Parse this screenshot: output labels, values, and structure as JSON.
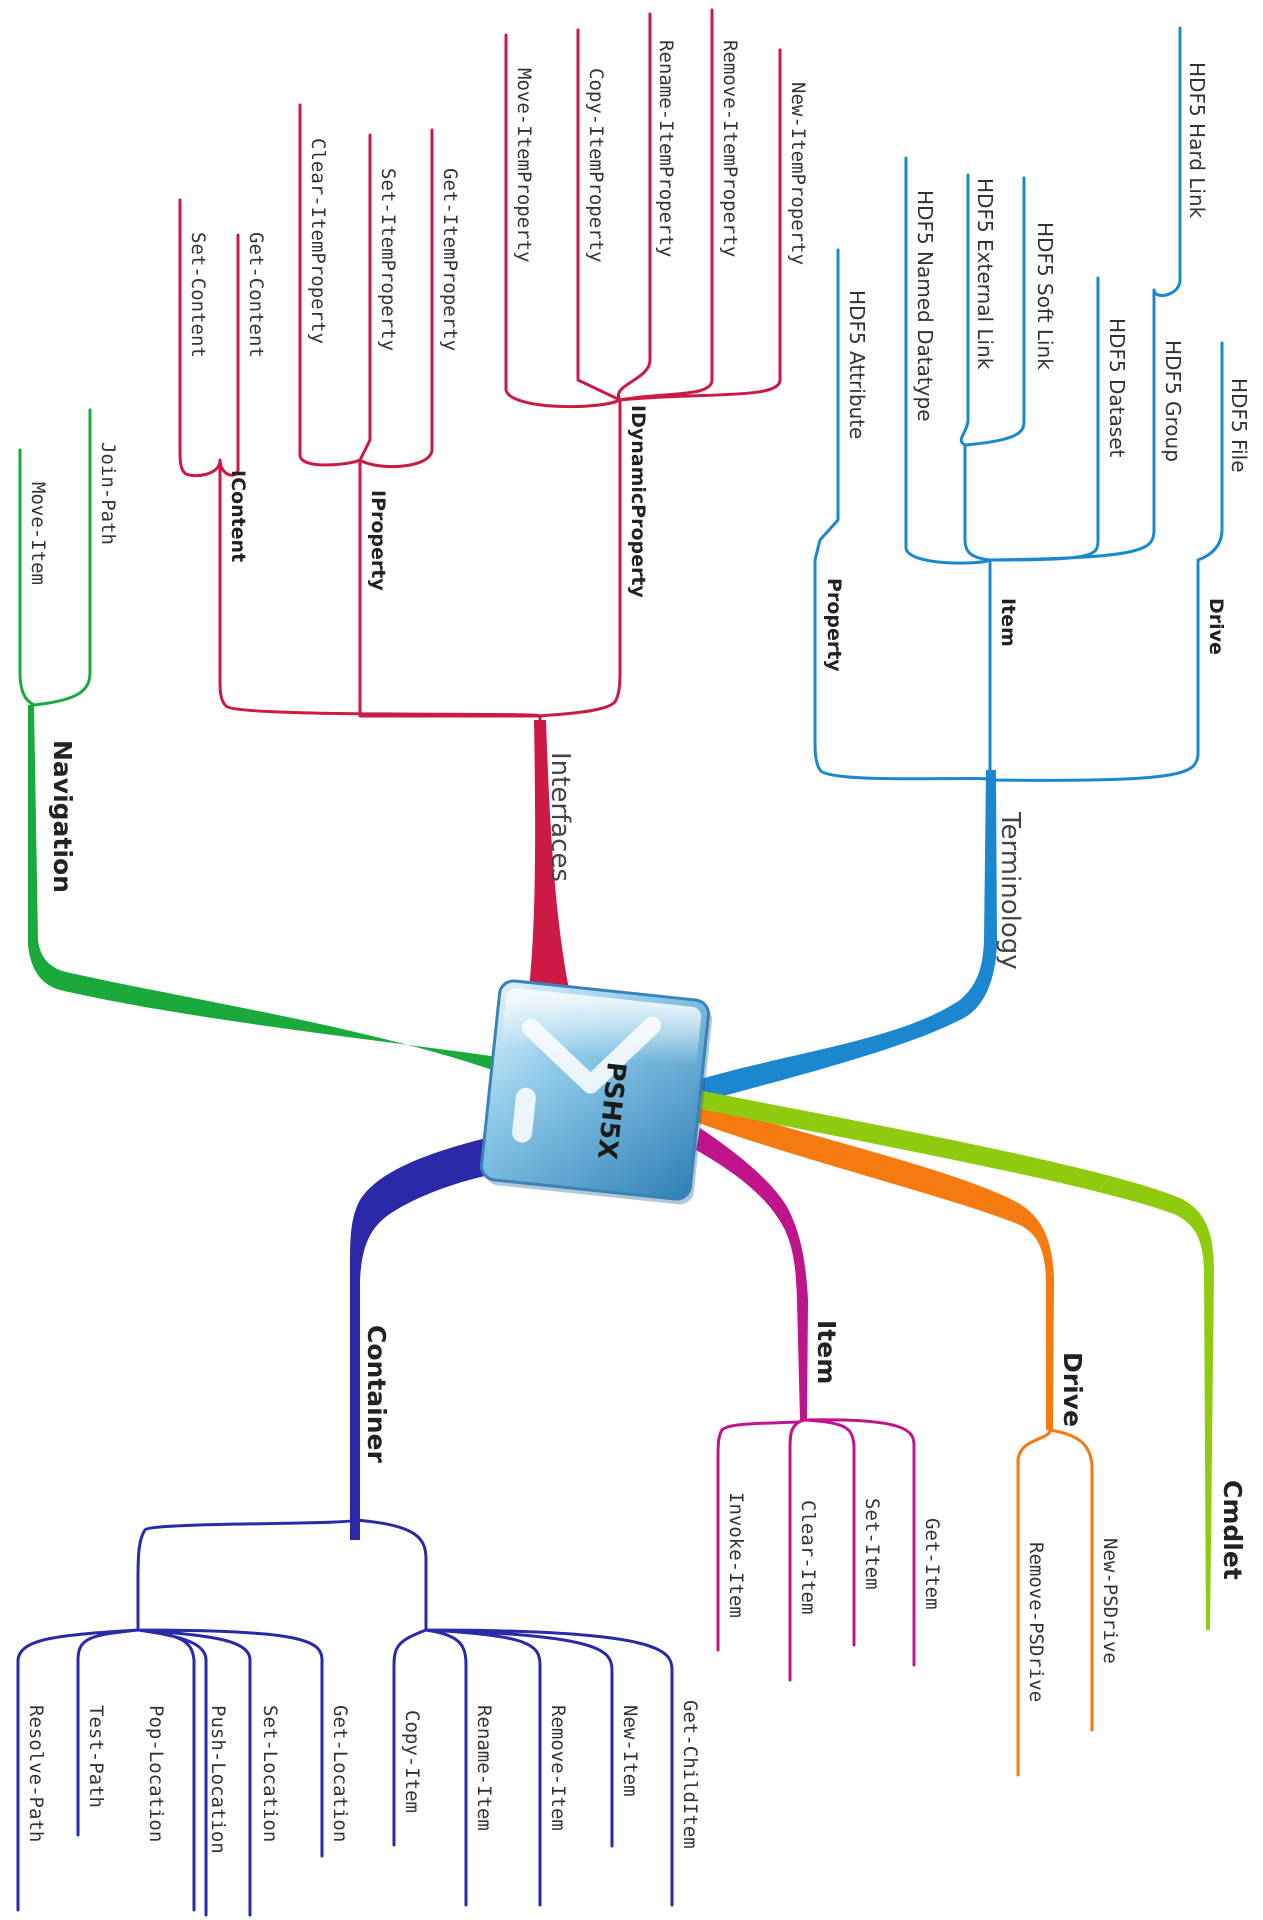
{
  "central_topic": "PSH5X",
  "colors": {
    "navigation": "#1aaa3c",
    "interfaces": "#cc1a44",
    "terminology": "#1a87cf",
    "container": "#2a2aa8",
    "item": "#c0148c",
    "drive": "#f57a10",
    "cmdlet": "#8fcc10"
  },
  "branches": {
    "navigation": {
      "label": "Navigation",
      "leaves": [
        "Move-Item",
        "Join-Path"
      ]
    },
    "interfaces": {
      "label": "Interfaces",
      "icontent": {
        "label": "IContent",
        "leaves": [
          "Set-Content",
          "Get-Content"
        ]
      },
      "iproperty": {
        "label": "IProperty",
        "leaves": [
          "Clear-ItemProperty",
          "Set-ItemProperty",
          "Get-ItemProperty"
        ]
      },
      "idynamic": {
        "label": "IDynamicProperty",
        "leaves": [
          "Move-ItemProperty",
          "Copy-ItemProperty",
          "Rename-ItemProperty",
          "Remove-ItemProperty",
          "New-ItemProperty"
        ]
      }
    },
    "terminology": {
      "label": "Terminology",
      "property": {
        "label": "Property",
        "leaves": [
          "HDF5 Attribute"
        ]
      },
      "item": {
        "label": "Item",
        "leaves": [
          "HDF5 Named Datatype",
          "HDF5 External Link",
          "HDF5 Soft Link",
          "HDF5 Dataset",
          "HDF5 Group",
          "HDF5 Hard Link"
        ]
      },
      "drive": {
        "label": "Drive",
        "leaves": [
          "HDF5 File"
        ]
      }
    },
    "container": {
      "label": "Container",
      "leaves_left": [
        "Resolve-Path",
        "Test-Path",
        "Pop-Location",
        "Push-Location",
        "Set-Location",
        "Get-Location"
      ],
      "leaves_right": [
        "Copy-Item",
        "Rename-Item",
        "Remove-Item",
        "New-Item",
        "Get-ChildItem"
      ]
    },
    "item": {
      "label": "Item",
      "leaves": [
        "Invoke-Item",
        "Clear-Item",
        "Set-Item",
        "Get-Item"
      ]
    },
    "drive": {
      "label": "Drive",
      "leaves": [
        "Remove-PSDrive",
        "New-PSDrive"
      ]
    },
    "cmdlet": {
      "label": "Cmdlet"
    }
  }
}
